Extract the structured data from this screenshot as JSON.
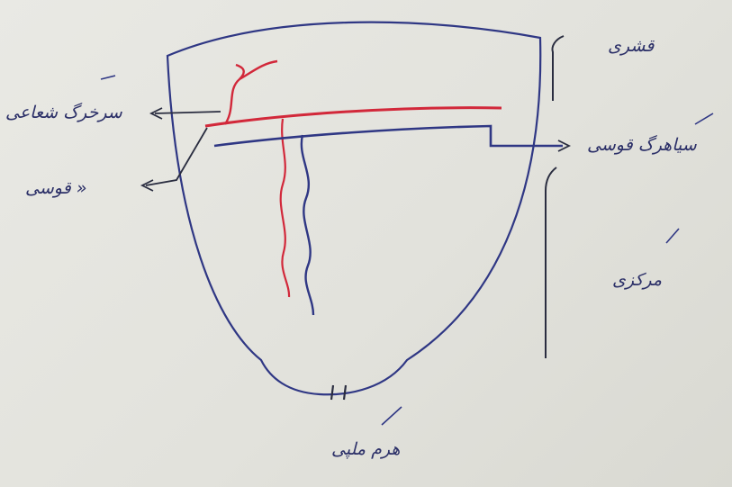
{
  "labels": {
    "cortex": "قشری",
    "radiate_artery": "سرخرگ شعاعی",
    "arcuate_artery": "« قوسی",
    "arcuate_vein": "سیاهرگ قوسی",
    "medulla": "مرکزی",
    "pyramid": "هرم ملپی"
  },
  "colors": {
    "ink_blue": "#2f3784",
    "ink_red": "#d2283a",
    "ink_dark": "#2a2d40"
  }
}
